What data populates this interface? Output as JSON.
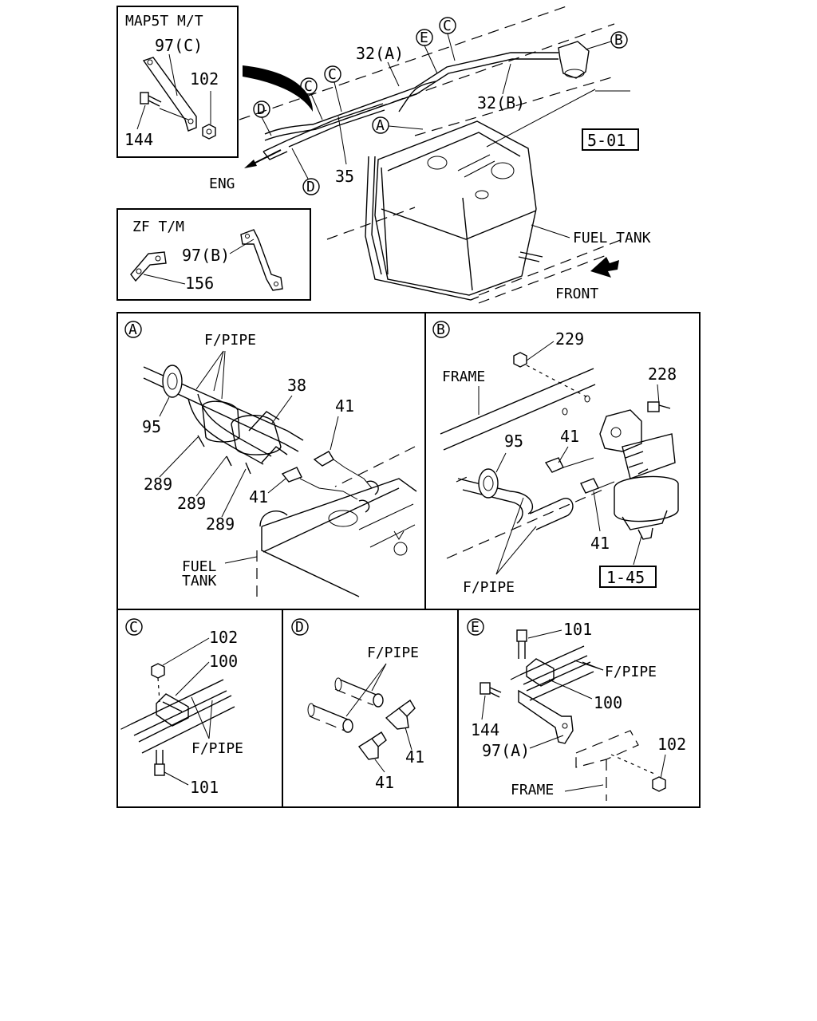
{
  "main": {
    "part_ref_5_01": "5-01",
    "fuel_tank": "FUEL TANK",
    "front": "FRONT",
    "eng": "ENG",
    "callouts": [
      "32(A)",
      "32(B)",
      "35"
    ],
    "circle_refs": [
      "A",
      "B",
      "C",
      "D",
      "E"
    ]
  },
  "inset_map5t": {
    "title": "MAP5T M/T",
    "labels": [
      "97(C)",
      "102",
      "144"
    ]
  },
  "inset_zf": {
    "title": "ZF T/M",
    "labels": [
      "97(B)",
      "156"
    ]
  },
  "detail_a": {
    "ref": "A",
    "labels": [
      "F/PIPE",
      "38",
      "41",
      "95",
      "289",
      "289",
      "289",
      "41"
    ],
    "fuel_tank_line1": "FUEL",
    "fuel_tank_line2": "TANK"
  },
  "detail_b": {
    "ref": "B",
    "labels": [
      "229",
      "228",
      "FRAME",
      "95",
      "41",
      "41",
      "F/PIPE"
    ],
    "part_ref": "1-45"
  },
  "detail_c": {
    "ref": "C",
    "labels": [
      "102",
      "100",
      "F/PIPE",
      "101"
    ]
  },
  "detail_d": {
    "ref": "D",
    "labels": [
      "F/PIPE",
      "41",
      "41"
    ]
  },
  "detail_e": {
    "ref": "E",
    "labels": [
      "101",
      "F/PIPE",
      "100",
      "144",
      "97(A)",
      "102",
      "FRAME"
    ]
  }
}
